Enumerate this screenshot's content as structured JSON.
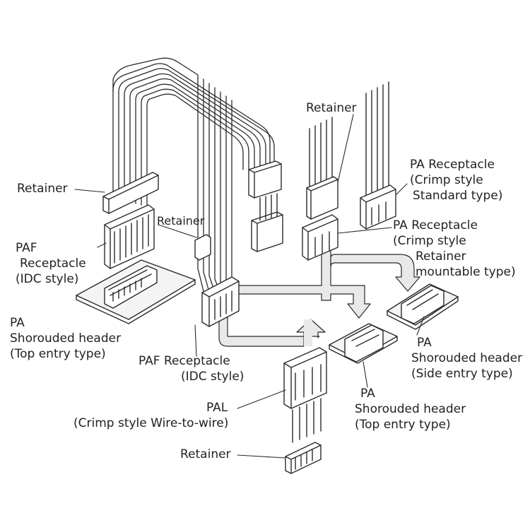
{
  "labels": {
    "retainer_top_left": "Retainer",
    "retainer_center": "Retainer",
    "retainer_top_right": "Retainer",
    "retainer_bottom": "Retainer",
    "paf_idc_left": [
      "PAF",
      "Receptacle",
      "(IDC style)"
    ],
    "pa_header_top_left": [
      "PA",
      "Shorouded header",
      "(Top entry type)"
    ],
    "paf_idc_center": [
      "PAF Receptacle",
      "(IDC style)"
    ],
    "pa_receptacle_standard": [
      "PA Receptacle",
      "(Crimp style",
      "Standard type)"
    ],
    "pa_receptacle_retainer": [
      "PA Receptacle",
      "(Crimp style",
      "Retainer",
      "mountable type)"
    ],
    "pa_header_side": [
      "PA",
      "Shorouded header",
      "(Side entry type)"
    ],
    "pa_header_top_center": [
      "PA",
      "Shorouded header",
      "(Top entry type)"
    ],
    "pal": [
      "PAL",
      "(Crimp style Wire-to-wire)"
    ]
  },
  "colors": {
    "line": "#2a2a2a",
    "arrow_fill": "#e9e9e9",
    "board_fill": "#f4f4f4"
  }
}
